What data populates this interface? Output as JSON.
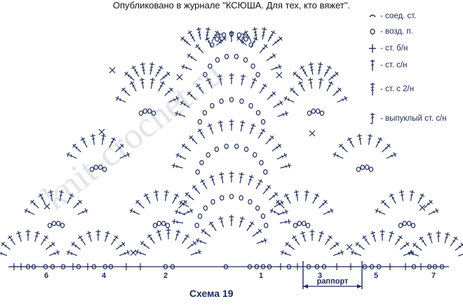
{
  "caption": "Опубликовано в журнале \"КСЮША. Для тех, кто вяжет\".",
  "legend": [
    {
      "symbol": "slip-stitch",
      "label": "- соед. ст."
    },
    {
      "symbol": "chain",
      "label": "- возд. п."
    },
    {
      "symbol": "single-crochet",
      "label": "- ст. б/н"
    },
    {
      "symbol": "double-crochet",
      "label": "- ст. с/н"
    },
    {
      "symbol": "treble-crochet",
      "label": "- ст. с 2/н"
    },
    {
      "symbol": "post-double-crochet",
      "label": "- выпуклый ст. с/н"
    }
  ],
  "chart_numbers": [
    "6",
    "4",
    "2",
    "1",
    "3",
    "5",
    "7"
  ],
  "repeat_label": "раппорт",
  "title": "Схема 19",
  "watermark": "knit-crochet.ru",
  "colors": {
    "ink": "#1e2a5a",
    "caption": "#111111"
  }
}
